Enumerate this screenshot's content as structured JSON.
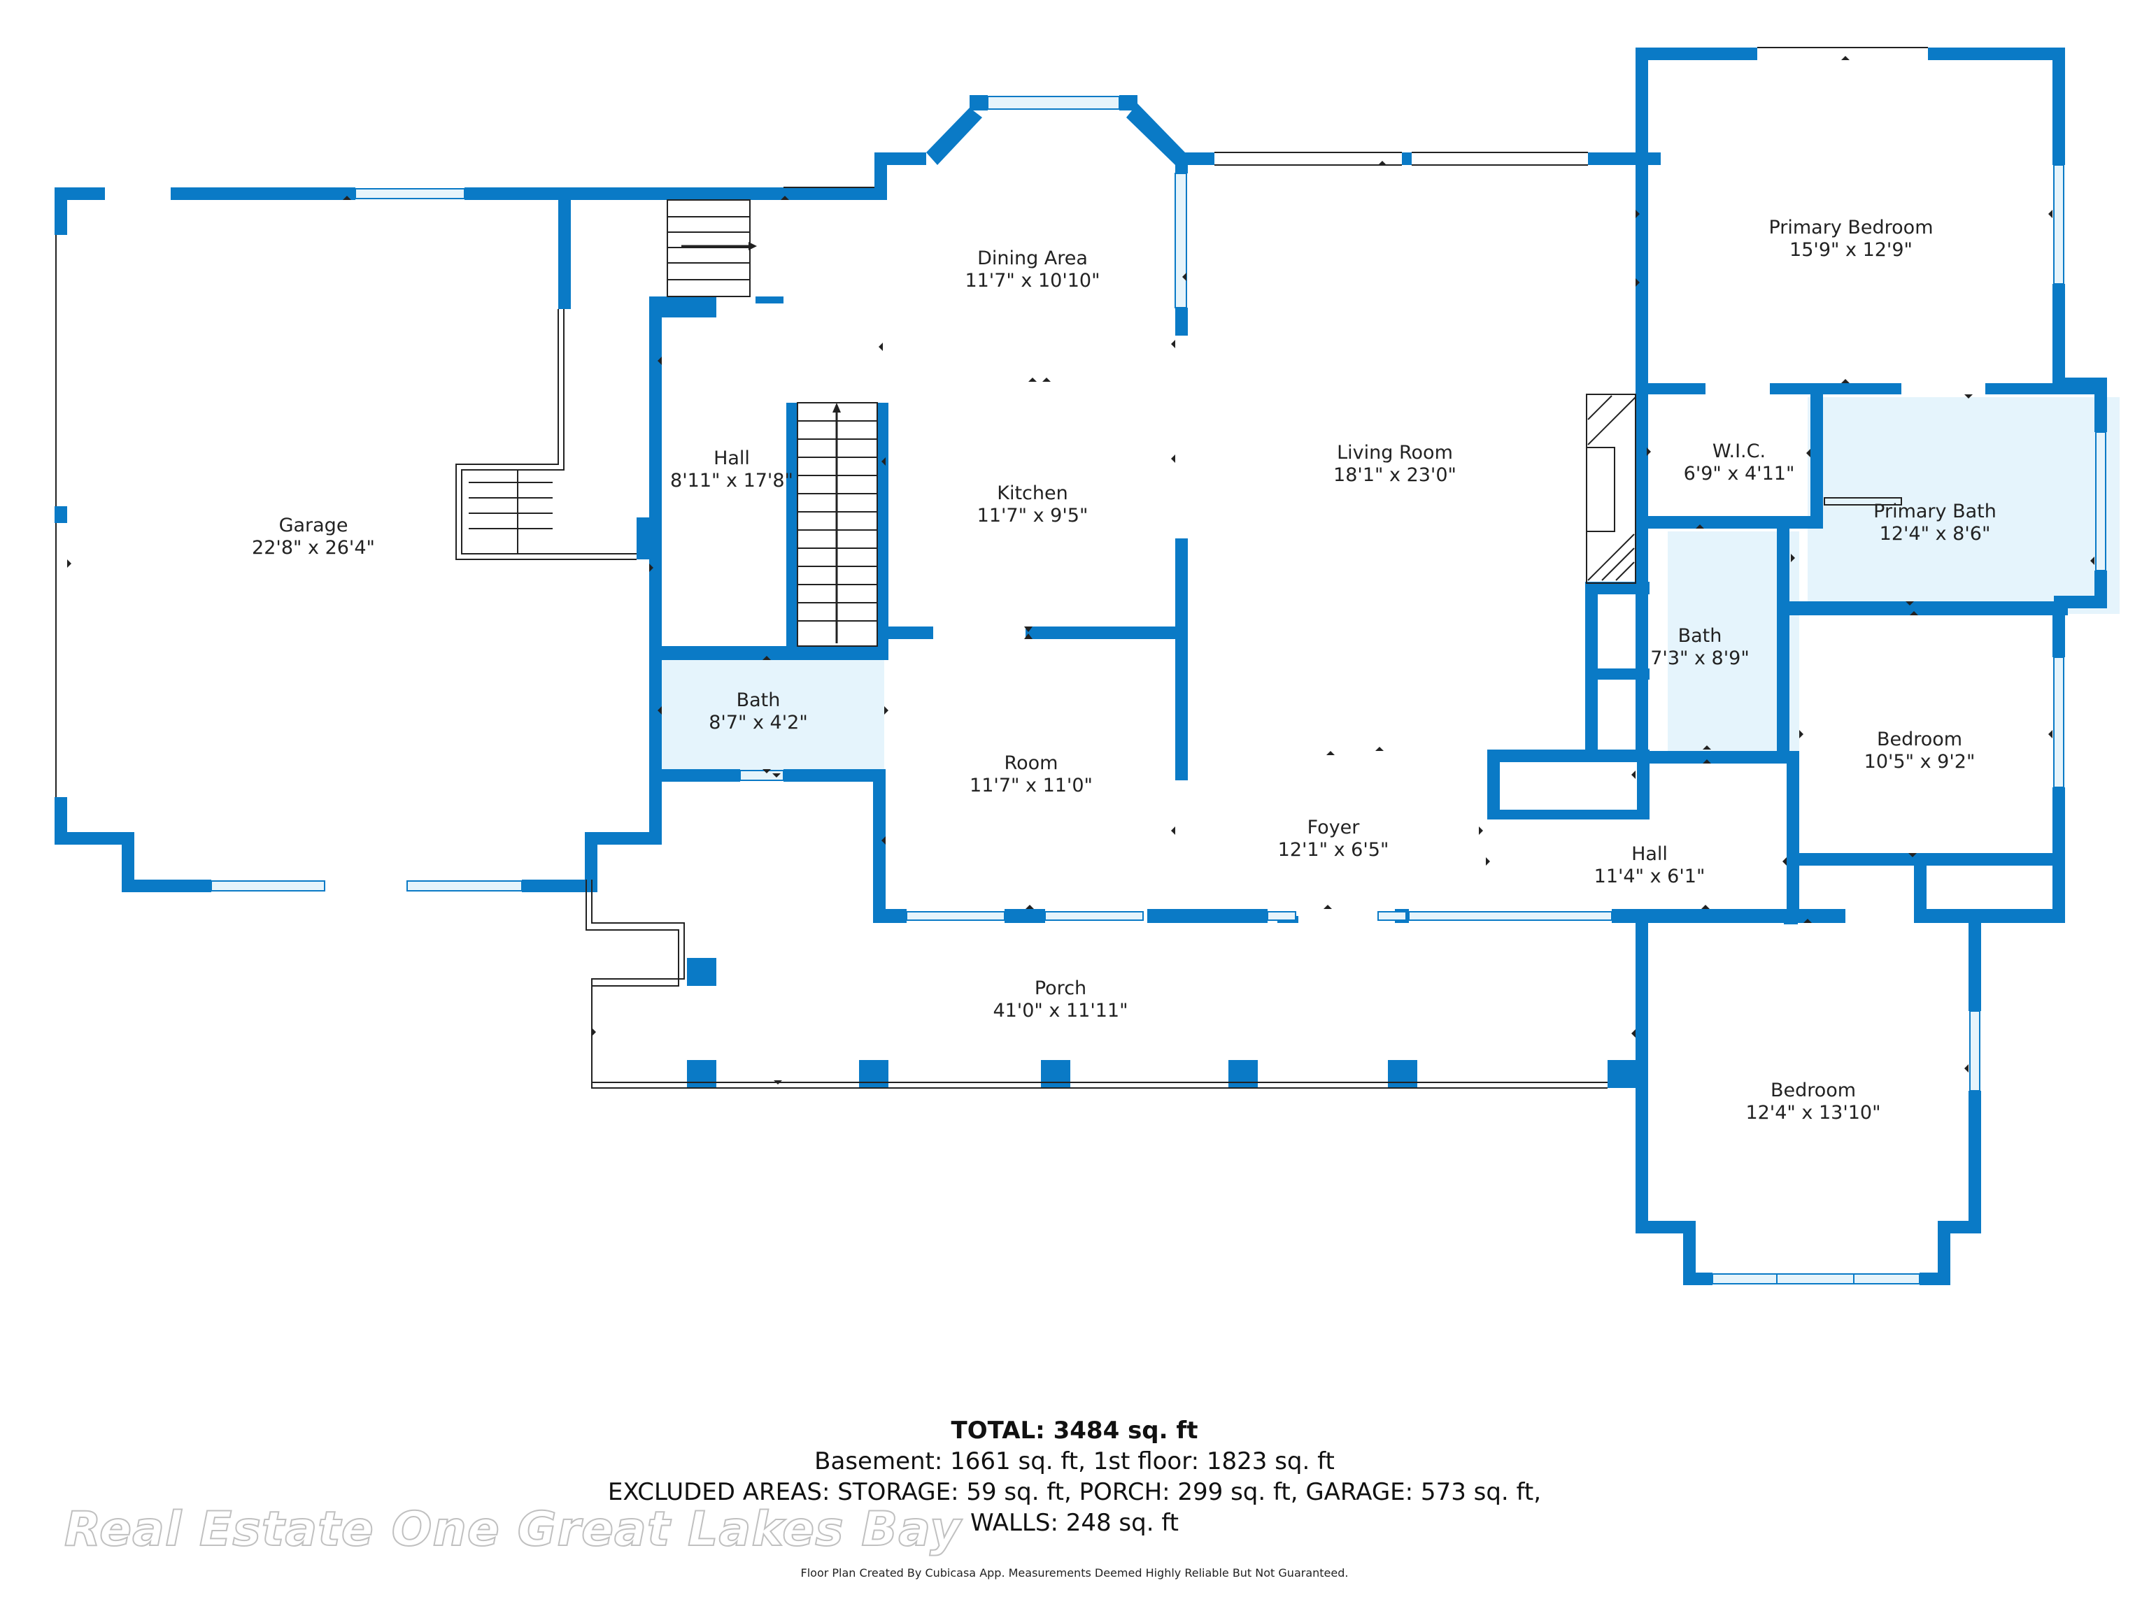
{
  "colors": {
    "wall": "#0a7ac6",
    "window": "#cfe8f6",
    "bath_fill": "#e5f4fc",
    "text": "#222222"
  },
  "rooms": {
    "garage": {
      "name": "Garage",
      "dim": "22'8\" x 26'4\""
    },
    "hall_left": {
      "name": "Hall",
      "dim": "8'11\" x 17'8\""
    },
    "dining": {
      "name": "Dining Area",
      "dim": "11'7\" x 10'10\""
    },
    "kitchen": {
      "name": "Kitchen",
      "dim": "11'7\" x 9'5\""
    },
    "room": {
      "name": "Room",
      "dim": "11'7\" x 11'0\""
    },
    "bath_left": {
      "name": "Bath",
      "dim": "8'7\" x 4'2\""
    },
    "living": {
      "name": "Living Room",
      "dim": "18'1\" x 23'0\""
    },
    "foyer": {
      "name": "Foyer",
      "dim": "12'1\" x 6'5\""
    },
    "porch": {
      "name": "Porch",
      "dim": "41'0\" x 11'11\""
    },
    "primary_bedroom": {
      "name": "Primary Bedroom",
      "dim": "15'9\" x 12'9\""
    },
    "wic": {
      "name": "W.I.C.",
      "dim": "6'9\" x 4'11\""
    },
    "primary_bath": {
      "name": "Primary Bath",
      "dim": "12'4\" x 8'6\""
    },
    "bath_right": {
      "name": "Bath",
      "dim": "7'3\" x 8'9\""
    },
    "bedroom_right": {
      "name": "Bedroom",
      "dim": "10'5\" x 9'2\""
    },
    "hall_right": {
      "name": "Hall",
      "dim": "11'4\" x 6'1\""
    },
    "bedroom_bottom": {
      "name": "Bedroom",
      "dim": "12'4\" x 13'10\""
    }
  },
  "summary": {
    "total": "TOTAL: 3484 sq. ft",
    "line1": "Basement: 1661 sq. ft, 1st floor: 1823 sq. ft",
    "line2": "EXCLUDED AREAS: STORAGE: 59 sq. ft, PORCH: 299 sq. ft, GARAGE: 573 sq. ft,",
    "line3": "WALLS: 248 sq. ft"
  },
  "credit": "Floor Plan Created By Cubicasa App. Measurements Deemed Highly Reliable But Not Guaranteed.",
  "watermark": "Real Estate One Great Lakes Bay"
}
